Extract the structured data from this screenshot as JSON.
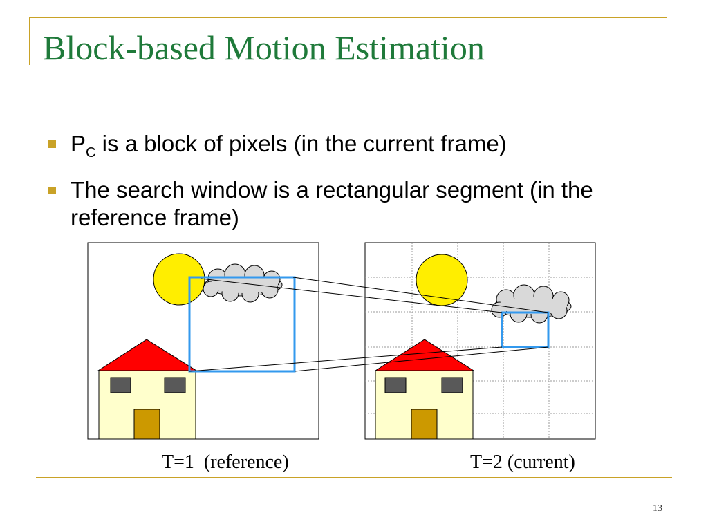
{
  "slide": {
    "title": "Block-based Motion Estimation",
    "accent_color": "#c9a227",
    "title_color": "#1f7a3a",
    "page_number": "13"
  },
  "bullets": [
    {
      "lead": "P",
      "subscript": "C",
      "text": " is a block of pixels (in the current frame)"
    },
    {
      "lead": "",
      "subscript": "",
      "text": "The search window is a rectangular segment (in the reference frame)"
    }
  ],
  "diagram": {
    "reference_caption": "T=1  (reference)",
    "current_caption": "T=2 (current)",
    "colors": {
      "sun": "#ffee00",
      "cloud": "#d9d9d9",
      "roof": "#ff0000",
      "wall": "#ffffcc",
      "window": "#595959",
      "door": "#cc9900",
      "block_outline": "#3399ee"
    }
  }
}
